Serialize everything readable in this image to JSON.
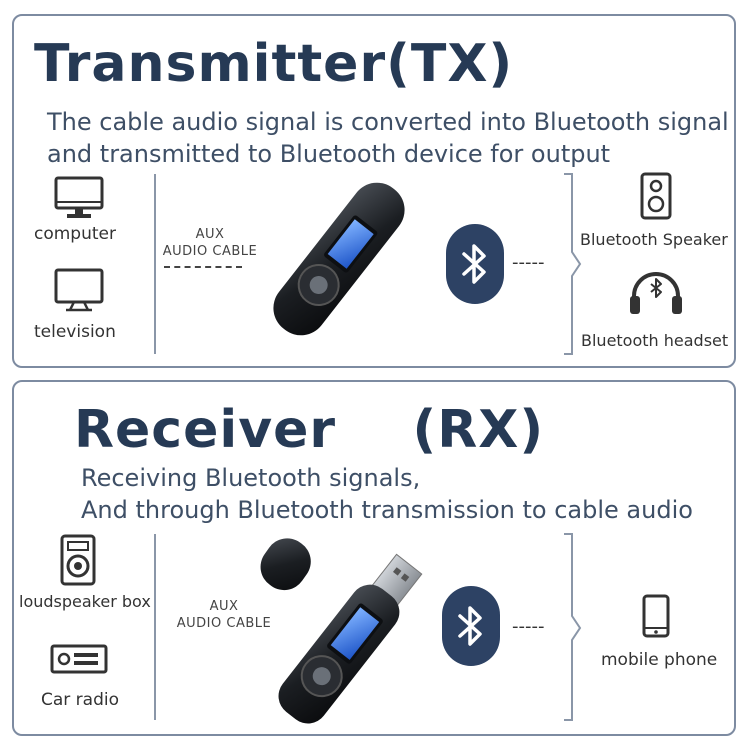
{
  "tx": {
    "title": "Transmitter(TX)",
    "description_line1": "The cable audio signal is converted into Bluetooth signal",
    "description_line2": "and transmitted to Bluetooth device for output",
    "left_devices": [
      "computer",
      "television"
    ],
    "cable_label_line1": "AUX",
    "cable_label_line2": "AUDIO CABLE",
    "right_devices": [
      "Bluetooth Speaker",
      "Bluetooth headset"
    ],
    "connector": "-----"
  },
  "rx": {
    "title": "Receiver    (RX)",
    "description_line1": "Receiving Bluetooth signals,",
    "description_line2": "And through Bluetooth transmission to cable audio",
    "left_devices": [
      "loudspeaker box",
      "Car radio"
    ],
    "cable_label_line1": "AUX",
    "cable_label_line2": "AUDIO CABLE",
    "right_devices": [
      "mobile phone"
    ],
    "connector": "-----"
  },
  "icons": {
    "computer": "monitor-icon",
    "television": "tv-icon",
    "speaker": "speaker-icon",
    "headset": "headphones-icon",
    "loudspeaker": "loudspeaker-icon",
    "car_radio": "car-radio-icon",
    "phone": "phone-icon",
    "bluetooth": "bluetooth-icon"
  },
  "colors": {
    "title": "#263a55",
    "badge": "#2d4264",
    "border": "#7d8ba1"
  }
}
